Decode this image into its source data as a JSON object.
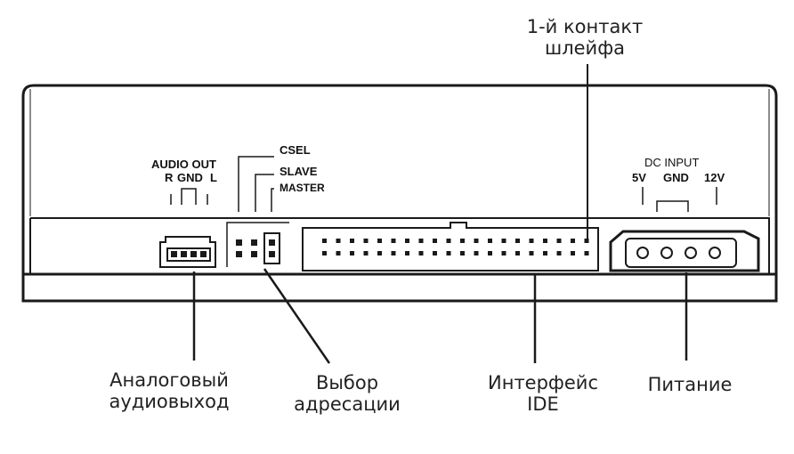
{
  "callouts": {
    "pin1": [
      "1-й контакт",
      "шлейфа"
    ],
    "audio": [
      "Аналоговый",
      "аудиовыход"
    ],
    "address": [
      "Выбор",
      "адресации"
    ],
    "interface": [
      "Интерфейс",
      "IDE"
    ],
    "power": "Питание"
  },
  "audio_out": {
    "title": "AUDIO OUT",
    "pins": [
      "R",
      "GND",
      "L"
    ]
  },
  "jumper": [
    "CSEL",
    "SLAVE",
    "MASTER"
  ],
  "dc_input": {
    "title": "DC  INPUT",
    "pins": [
      "5V",
      "GND",
      "12V"
    ]
  }
}
